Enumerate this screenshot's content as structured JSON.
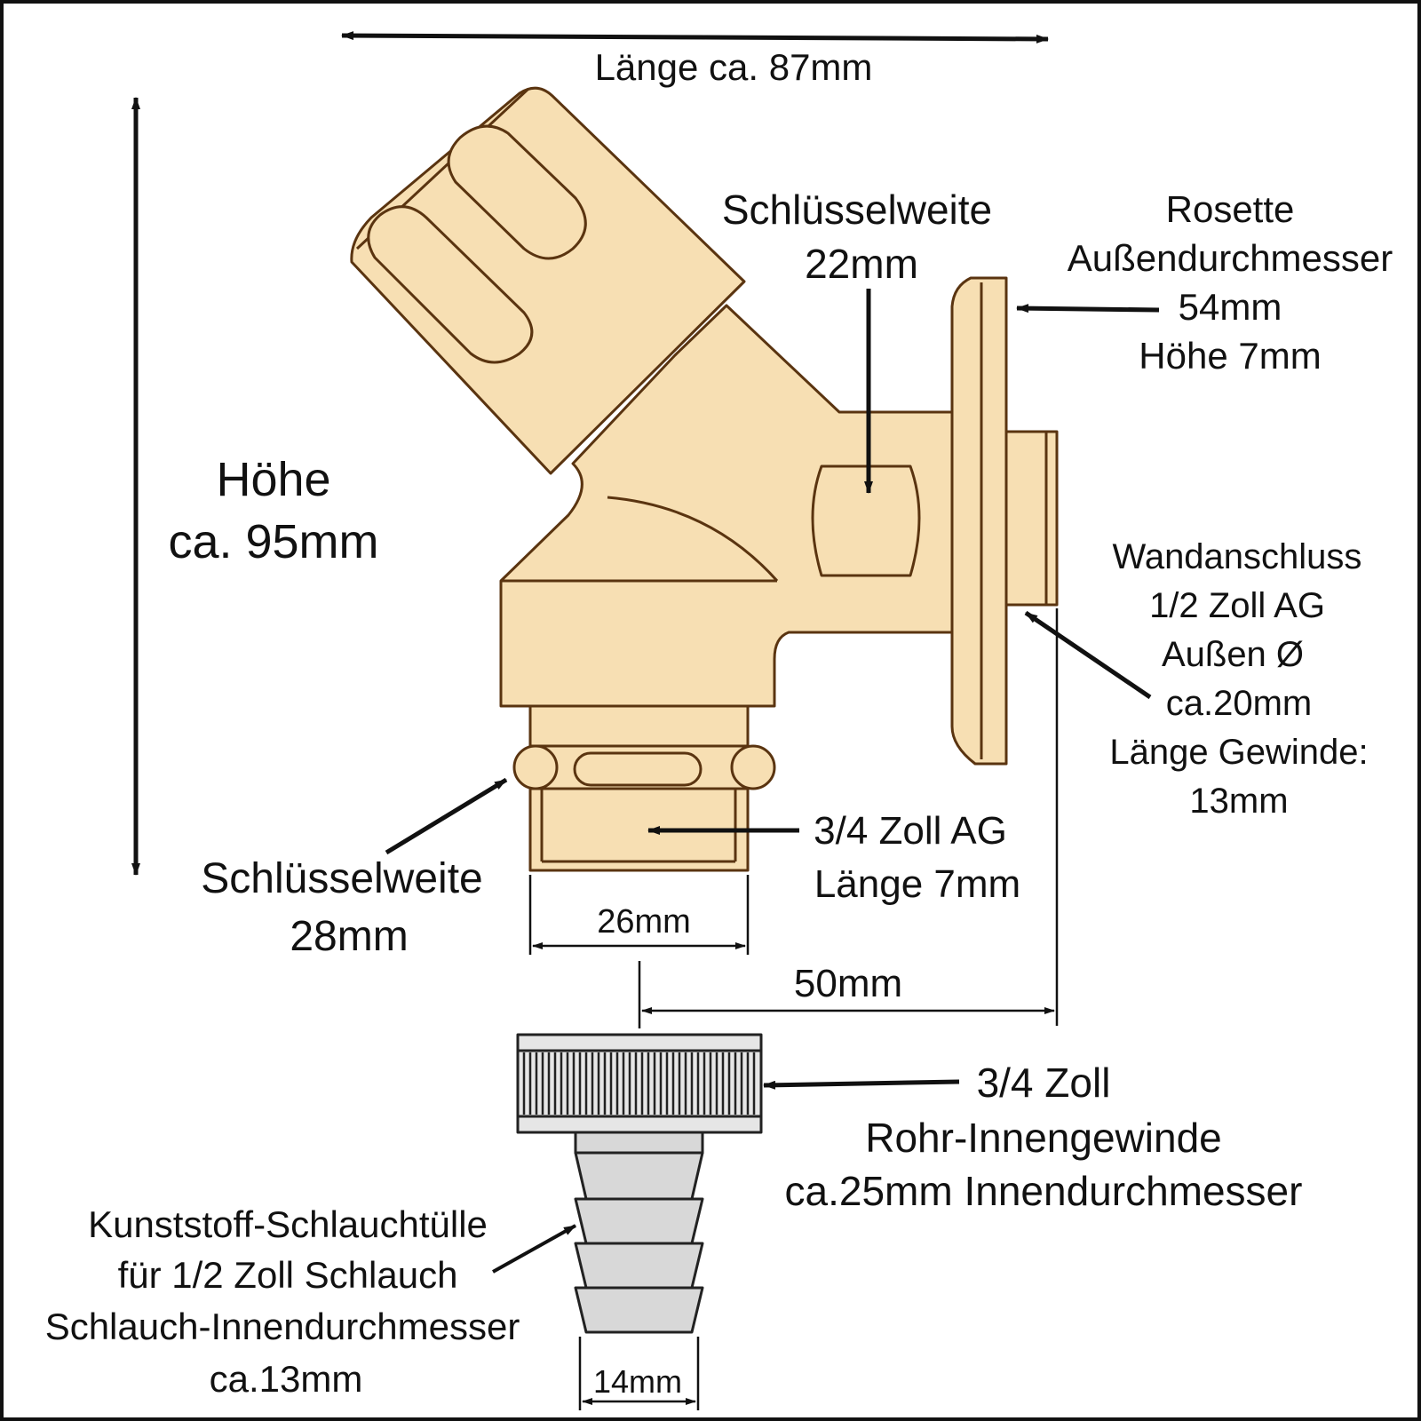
{
  "colors": {
    "brass_fill": "#f7dfb3",
    "brass_stroke": "#5a3410",
    "plastic_fill": "#d8d8d8",
    "plastic_stroke": "#222222",
    "annotation": "#111111"
  },
  "labels": {
    "total_length": "Länge ca. 87mm",
    "height_line1": "Höhe",
    "height_line2": "ca. 95mm",
    "wrench_22_line1": "Schlüsselweite",
    "wrench_22_line2": "22mm",
    "rosette_line1": "Rosette",
    "rosette_line2": "Außendurchmesser",
    "rosette_line3": "54mm",
    "rosette_line4": "Höhe 7mm",
    "wall_line1": "Wandanschluss",
    "wall_line2": "1/2 Zoll AG",
    "wall_line3": "Außen Ø",
    "wall_line4": "ca.20mm",
    "wall_line5": "Länge Gewinde:",
    "wall_line6": "13mm",
    "outlet_line1": "3/4 Zoll AG",
    "outlet_line2": "Länge 7mm",
    "wrench_28_line1": "Schlüsselweite",
    "wrench_28_line2": "28mm",
    "outlet_width": "26mm",
    "offset": "50mm",
    "nut_line1": "3/4 Zoll",
    "nut_line2": "Rohr-Innengewinde",
    "nut_line3": "ca.25mm Innendurchmesser",
    "tail_line1": "Kunststoff-Schlauchtülle",
    "tail_line2": "für 1/2 Zoll Schlauch",
    "tail_line3": "Schlauch-Innendurchmesser",
    "tail_line4": "ca.13mm",
    "tail_width": "14mm"
  }
}
